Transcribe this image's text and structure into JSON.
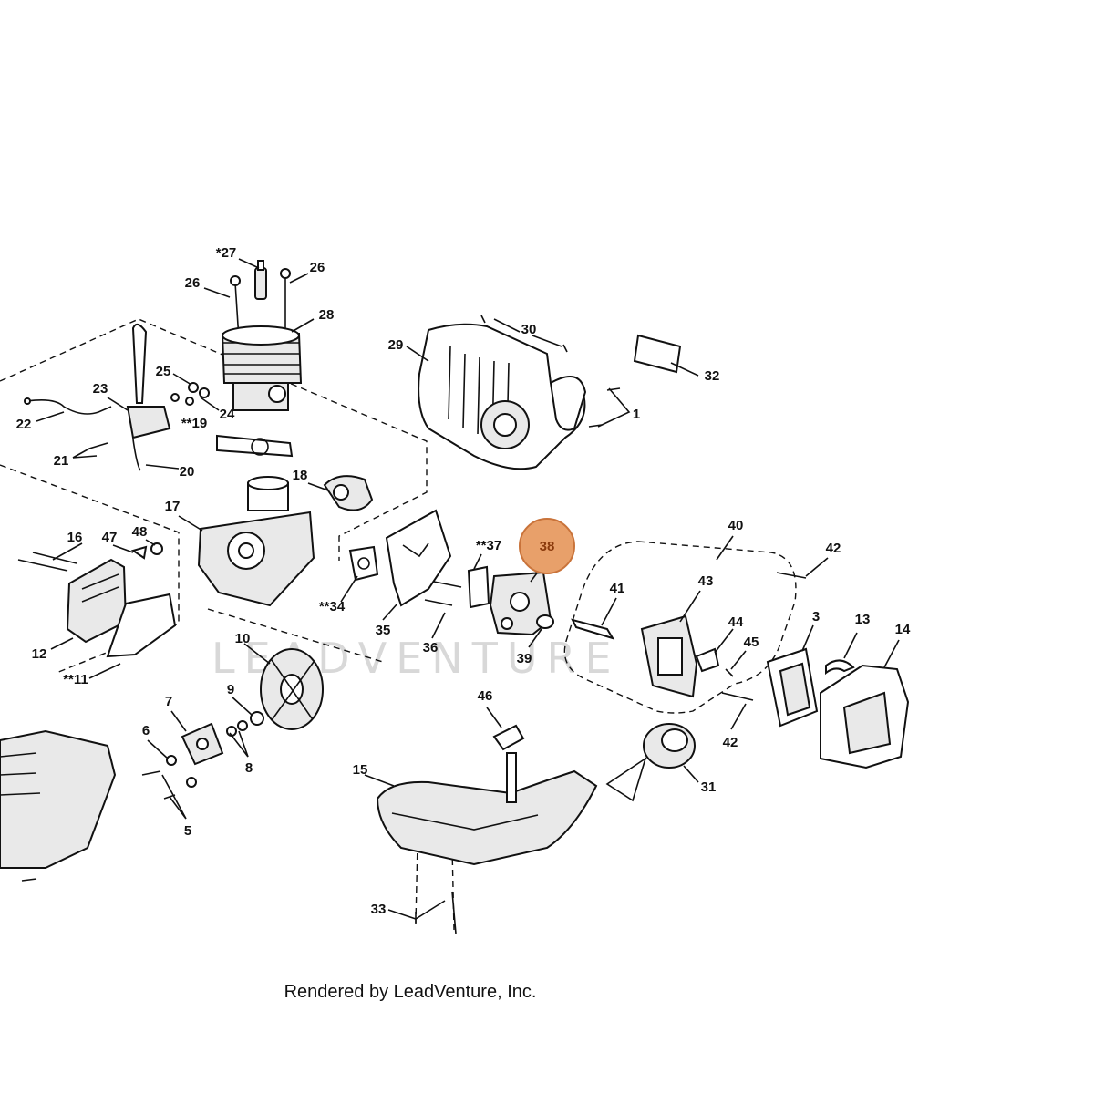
{
  "watermark": "LEADVENTURE",
  "footer": "Rendered by LeadVenture, Inc.",
  "highlight": {
    "label": "38",
    "color": "#E8A06A",
    "border": "#C9733A"
  },
  "callouts": {
    "c27": "*27",
    "c26a": "26",
    "c26b": "26",
    "c28": "28",
    "c29": "29",
    "c30": "30",
    "c32": "32",
    "c1": "1",
    "c25": "25",
    "c23": "23",
    "c22": "22",
    "c24": "24",
    "c19": "**19",
    "c21": "21",
    "c20": "20",
    "c18": "18",
    "c17": "17",
    "c16": "16",
    "c47": "47",
    "c48": "48",
    "c37": "**37",
    "c40": "40",
    "c42a": "42",
    "c41": "41",
    "c43": "43",
    "c44": "44",
    "c45": "45",
    "c3": "3",
    "c13": "13",
    "c14": "14",
    "c34": "**34",
    "c35": "35",
    "c36": "36",
    "c39": "39",
    "c12": "12",
    "c11": "**11",
    "c10": "10",
    "c9": "9",
    "c7": "7",
    "c6": "6",
    "c8": "8",
    "c5": "5",
    "c46": "46",
    "c15": "15",
    "c31": "31",
    "c42b": "42",
    "c33": "33"
  }
}
